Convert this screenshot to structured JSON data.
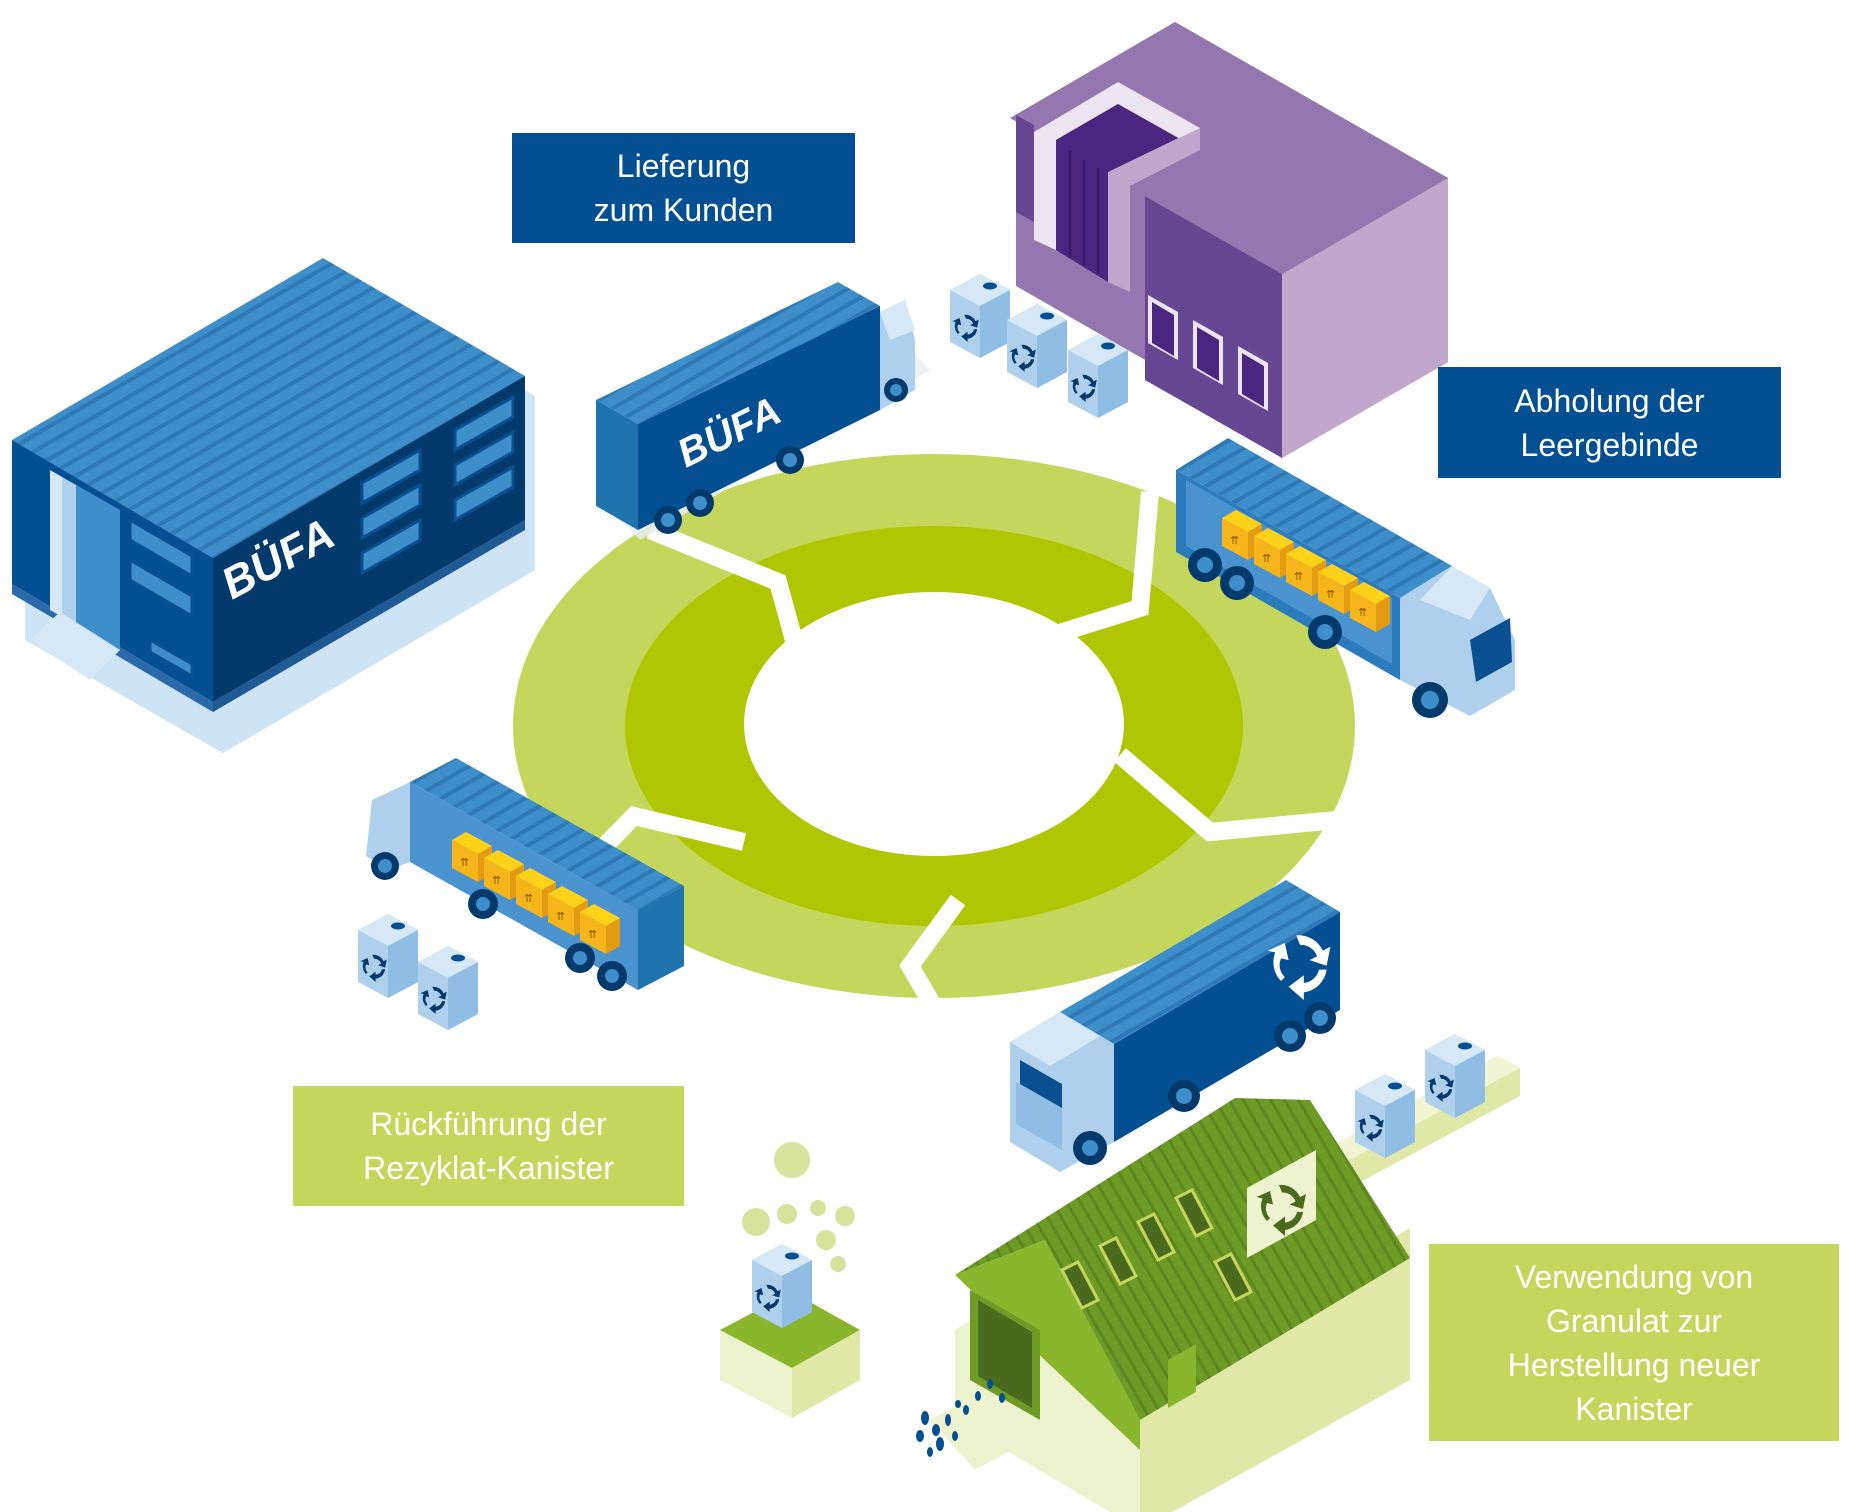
{
  "title": "BÜFA Kreislauf der Kanister",
  "brand": {
    "logo_text": "BÜFA"
  },
  "colors": {
    "label_blue": "#034f91",
    "label_green": "#c5d65c",
    "ring_outer": "#c5d65c",
    "ring_inner": "#afc600",
    "building_blue_dark": "#033a6b",
    "building_blue": "#034f91",
    "roof_blue": "#3d8ec9",
    "customer_purple": "#9377ae",
    "customer_purple_dark": "#654891",
    "customer_purple_light": "#c2a7cc",
    "recycling_green": "#6e9a26",
    "recycling_green_light": "#eef3cf",
    "canister_light": "#aed0ec",
    "box_yellow": "#f5b51b"
  },
  "stages": [
    {
      "id": "delivery",
      "lines": [
        "Lieferung",
        "zum Kunden"
      ],
      "style": "blue"
    },
    {
      "id": "pickup",
      "lines": [
        "Abholung der",
        "Leergebinde"
      ],
      "style": "blue"
    },
    {
      "id": "use",
      "lines": [
        "Verwendung von",
        "Granulat zur",
        "Herstellung neuer",
        "Kanister"
      ],
      "style": "green"
    },
    {
      "id": "return",
      "lines": [
        "Rückführung der",
        "Rezyklat-Kanister"
      ],
      "style": "green"
    }
  ],
  "icons": {
    "recycle": "recycle-icon",
    "canister": "canister-icon",
    "truck": "truck-icon",
    "warehouse": "warehouse-icon",
    "factory": "recycling-plant-icon"
  }
}
